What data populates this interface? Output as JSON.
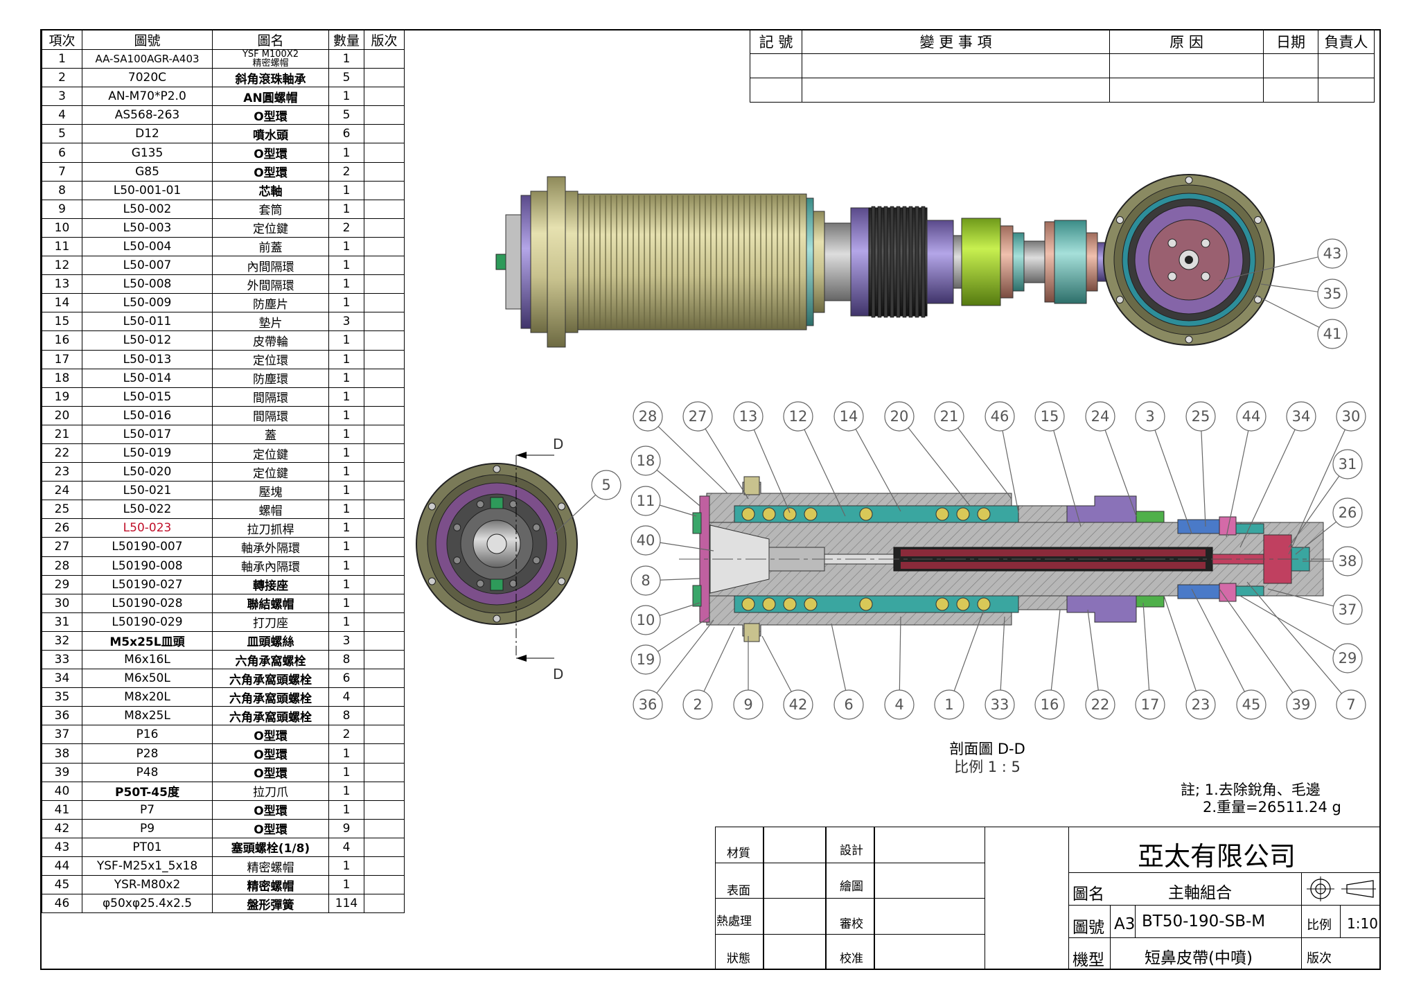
{
  "bom": {
    "headers": [
      "項次",
      "圖號",
      "圖名",
      "數量",
      "版次"
    ],
    "rows": [
      {
        "no": "1",
        "code": "AA-SA100AGR-A403",
        "name": "YSF M100X2\n精密螺帽",
        "qty": "1",
        "small": true
      },
      {
        "no": "2",
        "code": "7020C",
        "name": "斜角滾珠軸承",
        "qty": "5",
        "bold": true
      },
      {
        "no": "3",
        "code": "AN-M70*P2.0",
        "name": "AN圓螺帽",
        "qty": "1",
        "bold": true
      },
      {
        "no": "4",
        "code": "AS568-263",
        "name": "O型環",
        "qty": "5",
        "bold": true
      },
      {
        "no": "5",
        "code": "D12",
        "name": "噴水頭",
        "qty": "6",
        "bold": true
      },
      {
        "no": "6",
        "code": "G135",
        "name": "O型環",
        "qty": "1",
        "bold": true
      },
      {
        "no": "7",
        "code": "G85",
        "name": "O型環",
        "qty": "2",
        "bold": true
      },
      {
        "no": "8",
        "code": "L50-001-01",
        "name": "芯軸",
        "qty": "1",
        "bold": true
      },
      {
        "no": "9",
        "code": "L50-002",
        "name": "套筒",
        "qty": "1"
      },
      {
        "no": "10",
        "code": "L50-003",
        "name": "定位鍵",
        "qty": "2"
      },
      {
        "no": "11",
        "code": "L50-004",
        "name": "前蓋",
        "qty": "1"
      },
      {
        "no": "12",
        "code": "L50-007",
        "name": "內間隔環",
        "qty": "1"
      },
      {
        "no": "13",
        "code": "L50-008",
        "name": "外間隔環",
        "qty": "1"
      },
      {
        "no": "14",
        "code": "L50-009",
        "name": "防塵片",
        "qty": "1"
      },
      {
        "no": "15",
        "code": "L50-011",
        "name": "墊片",
        "qty": "3"
      },
      {
        "no": "16",
        "code": "L50-012",
        "name": "皮帶輪",
        "qty": "1"
      },
      {
        "no": "17",
        "code": "L50-013",
        "name": "定位環",
        "qty": "1"
      },
      {
        "no": "18",
        "code": "L50-014",
        "name": "防塵環",
        "qty": "1"
      },
      {
        "no": "19",
        "code": "L50-015",
        "name": "間隔環",
        "qty": "1"
      },
      {
        "no": "20",
        "code": "L50-016",
        "name": "間隔環",
        "qty": "1"
      },
      {
        "no": "21",
        "code": "L50-017",
        "name": "蓋",
        "qty": "1"
      },
      {
        "no": "22",
        "code": "L50-019",
        "name": "定位鍵",
        "qty": "1"
      },
      {
        "no": "23",
        "code": "L50-020",
        "name": "定位鍵",
        "qty": "1"
      },
      {
        "no": "24",
        "code": "L50-021",
        "name": "壓塊",
        "qty": "1"
      },
      {
        "no": "25",
        "code": "L50-022",
        "name": "螺帽",
        "qty": "1"
      },
      {
        "no": "26",
        "code": "L50-023",
        "name": "拉刀抓桿",
        "qty": "1",
        "red": true
      },
      {
        "no": "27",
        "code": "L50190-007",
        "name": "軸承外隔環",
        "qty": "1"
      },
      {
        "no": "28",
        "code": "L50190-008",
        "name": "軸承內隔環",
        "qty": "1"
      },
      {
        "no": "29",
        "code": "L50190-027",
        "name": "轉接座",
        "qty": "1",
        "bold": true
      },
      {
        "no": "30",
        "code": "L50190-028",
        "name": "聯結螺帽",
        "qty": "1",
        "bold": true
      },
      {
        "no": "31",
        "code": "L50190-029",
        "name": "打刀座",
        "qty": "1"
      },
      {
        "no": "32",
        "code": "M5x25L皿頭",
        "name": "皿頭螺絲",
        "qty": "3",
        "bold": true,
        "boldcode": true
      },
      {
        "no": "33",
        "code": "M6x16L",
        "name": "六角承窩螺栓",
        "qty": "8",
        "bold": true
      },
      {
        "no": "34",
        "code": "M6x50L",
        "name": "六角承窩頭螺栓",
        "qty": "6",
        "bold": true
      },
      {
        "no": "35",
        "code": "M8x20L",
        "name": "六角承窩頭螺栓",
        "qty": "4",
        "bold": true
      },
      {
        "no": "36",
        "code": "M8x25L",
        "name": "六角承窩頭螺栓",
        "qty": "8",
        "bold": true
      },
      {
        "no": "37",
        "code": "P16",
        "name": "O型環",
        "qty": "2",
        "bold": true
      },
      {
        "no": "38",
        "code": "P28",
        "name": "O型環",
        "qty": "1",
        "bold": true
      },
      {
        "no": "39",
        "code": "P48",
        "name": "O型環",
        "qty": "1",
        "bold": true
      },
      {
        "no": "40",
        "code": "P50T-45度",
        "name": "拉刀爪",
        "qty": "1",
        "boldcode": true
      },
      {
        "no": "41",
        "code": "P7",
        "name": "O型環",
        "qty": "1",
        "bold": true
      },
      {
        "no": "42",
        "code": "P9",
        "name": "O型環",
        "qty": "9",
        "bold": true
      },
      {
        "no": "43",
        "code": "PT01",
        "name": "塞頭螺栓(1/8)",
        "qty": "4",
        "bold": true
      },
      {
        "no": "44",
        "code": "YSF-M25x1_5x18",
        "name": "精密螺帽",
        "qty": "1"
      },
      {
        "no": "45",
        "code": "YSR-M80x2",
        "name": "精密螺帽",
        "qty": "1",
        "bold": true
      },
      {
        "no": "46",
        "code": "φ50xφ25.4x2.5",
        "name": "盤形彈簧",
        "qty": "114",
        "bold": true
      }
    ]
  },
  "revision": {
    "headers": [
      "記 號",
      "變  更  事  項",
      "原   因",
      "日期",
      "負責人"
    ]
  },
  "callouts_top": [
    "43",
    "35",
    "41"
  ],
  "callouts_section_top": [
    "28",
    "27",
    "13",
    "12",
    "14",
    "20",
    "21",
    "46",
    "15",
    "24",
    "3",
    "25",
    "44",
    "34",
    "30"
  ],
  "callouts_section_left": [
    "18",
    "11",
    "40",
    "8",
    "10",
    "19"
  ],
  "callouts_section_right": [
    "31",
    "26",
    "38",
    "37",
    "29"
  ],
  "callouts_section_bottom": [
    "36",
    "2",
    "9",
    "42",
    "6",
    "4",
    "1",
    "33",
    "16",
    "22",
    "17",
    "23",
    "45",
    "39",
    "7"
  ],
  "callout_end_view": "5",
  "section_marker": "D",
  "section_caption": "剖面圖 D-D",
  "section_scale": "比例 1 : 5",
  "notes": {
    "line1": "註; 1.去除銳角、毛邊",
    "line2": "2.重量=26511.24 g"
  },
  "title_block": {
    "company": "亞太有限公司",
    "material_label": "材質",
    "surface_label": "表面",
    "heat_label": "熱處理",
    "state_label": "狀態",
    "design_label": "設計",
    "draw_label": "繪圖",
    "review_label": "審校",
    "approve_label": "校准",
    "drawing_name_label": "圖名",
    "drawing_name": "主軸組合",
    "drawing_no_label": "圖號",
    "sheet_size": "A3",
    "drawing_no": "BT50-190-SB-M",
    "scale_label": "比例",
    "scale": "1:10",
    "model_label": "機型",
    "model": "短鼻皮帶(中噴)",
    "version_label": "版次"
  }
}
